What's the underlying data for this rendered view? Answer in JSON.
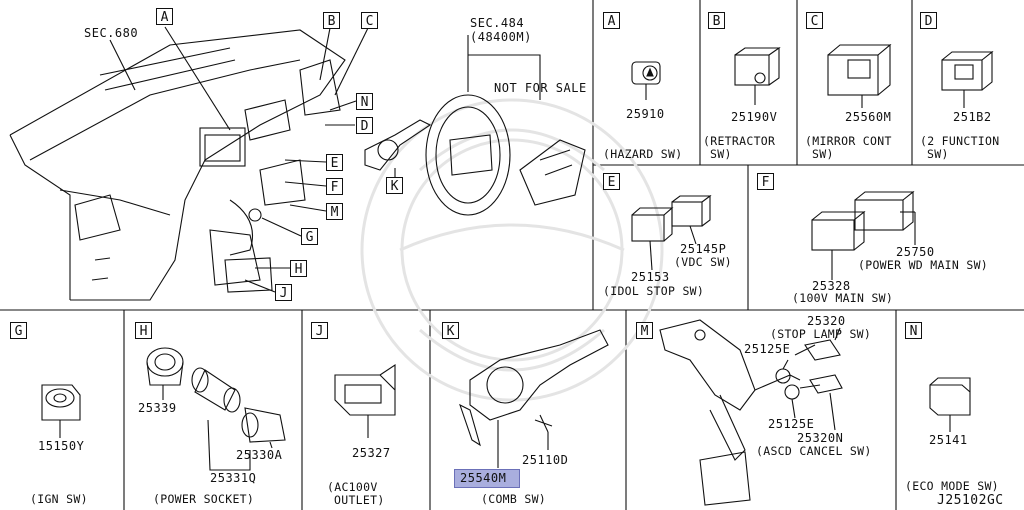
{
  "main": {
    "sec_680": "SEC.680",
    "sec_484": "SEC.484",
    "sec_484_code": "(48400M)",
    "not_for_sale": "NOT FOR SALE",
    "callouts": [
      "A",
      "B",
      "C",
      "N",
      "D",
      "E",
      "F",
      "M",
      "G",
      "K",
      "H",
      "J"
    ]
  },
  "panels": {
    "A": {
      "letter": "A",
      "parts": [
        "25910"
      ],
      "caption": [
        "(HAZARD SW)"
      ]
    },
    "B": {
      "letter": "B",
      "parts": [
        "25190V"
      ],
      "caption": [
        "(RETRACTOR",
        "SW)"
      ]
    },
    "C": {
      "letter": "C",
      "parts": [
        "25560M"
      ],
      "caption": [
        "(MIRROR CONT",
        "SW)"
      ]
    },
    "D": {
      "letter": "D",
      "parts": [
        "251B2"
      ],
      "caption": [
        "(2 FUNCTION",
        "SW)"
      ]
    },
    "E": {
      "letter": "E",
      "parts": [
        "25145P",
        "(VDC SW)",
        "25153"
      ],
      "caption": [
        "(IDOL STOP SW)"
      ]
    },
    "F": {
      "letter": "F",
      "parts": [
        "25750",
        "(POWER WD MAIN SW)",
        "25328"
      ],
      "caption": [
        "(100V MAIN SW)"
      ]
    },
    "G": {
      "letter": "G",
      "parts": [
        "15150Y"
      ],
      "caption": [
        "(IGN SW)"
      ]
    },
    "H": {
      "letter": "H",
      "parts": [
        "25339",
        "25330A",
        "25331Q"
      ],
      "caption": [
        "(POWER SOCKET)"
      ]
    },
    "J": {
      "letter": "J",
      "parts": [
        "25327"
      ],
      "caption": [
        "(AC100V",
        "OUTLET)"
      ]
    },
    "K": {
      "letter": "K",
      "parts": [
        "25110D",
        "25540M"
      ],
      "caption": [
        "(COMB SW)"
      ]
    },
    "M": {
      "letter": "M",
      "parts": [
        "25320",
        "(STOP LAMP SW)",
        "25125E",
        "25125E",
        "25320N",
        "(ASCD CANCEL SW)"
      ],
      "caption": []
    },
    "N": {
      "letter": "N",
      "parts": [
        "25141"
      ],
      "caption": [
        "(ECO MODE SW)"
      ]
    }
  },
  "diagram_code": "J25102GC",
  "colors": {
    "line": "#111111",
    "highlight": "#a9aede"
  }
}
